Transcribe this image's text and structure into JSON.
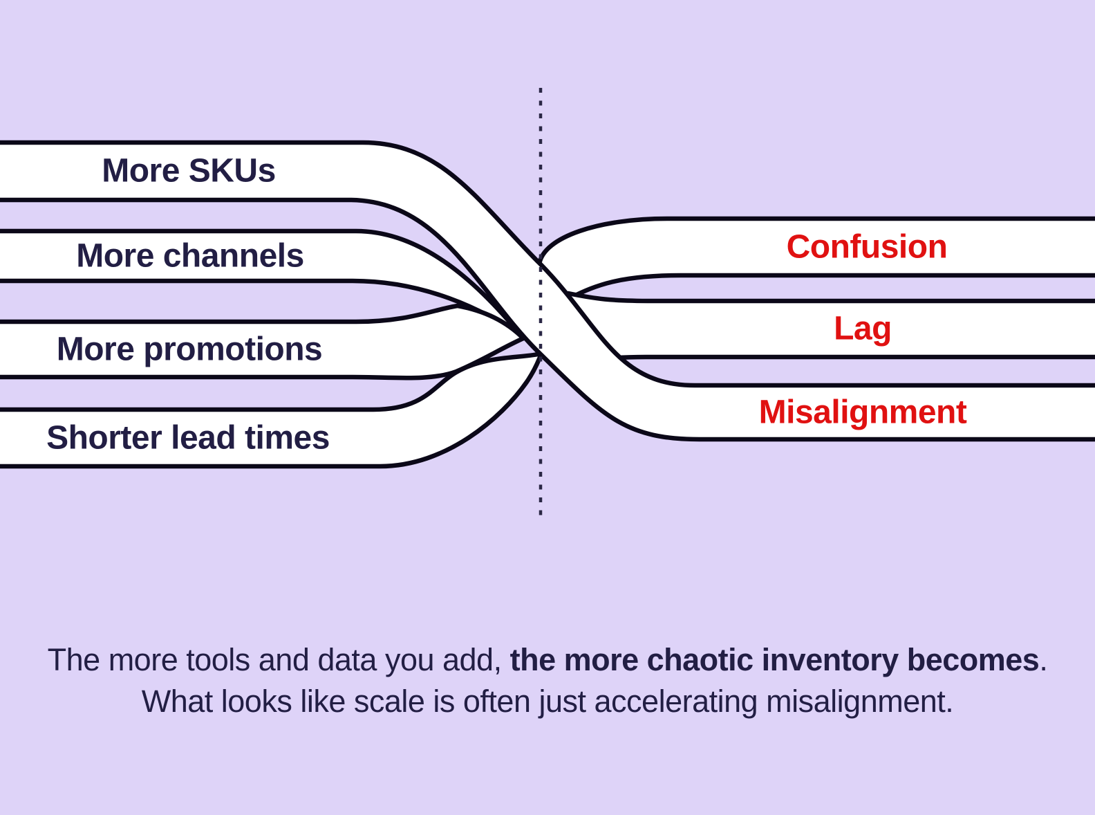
{
  "colors": {
    "background": "#DED3F8",
    "ribbon_fill": "#FFFFFF",
    "ribbon_outline": "#0B0818",
    "left_label_color": "#221E44",
    "right_label_color": "#E01111",
    "caption_color": "#221E44",
    "dotted_line_color": "#2A2745"
  },
  "diagram": {
    "left_labels": [
      "More SKUs",
      "More channels",
      "More promotions",
      "Shorter lead times"
    ],
    "right_labels": [
      "Confusion",
      "Lag",
      "Misalignment"
    ]
  },
  "caption": {
    "line1_regular": "The more tools and data you add, ",
    "line1_bold": "the more chaotic inventory becomes",
    "line1_period": ".",
    "line2": "What looks like scale is often just accelerating misalignment."
  }
}
